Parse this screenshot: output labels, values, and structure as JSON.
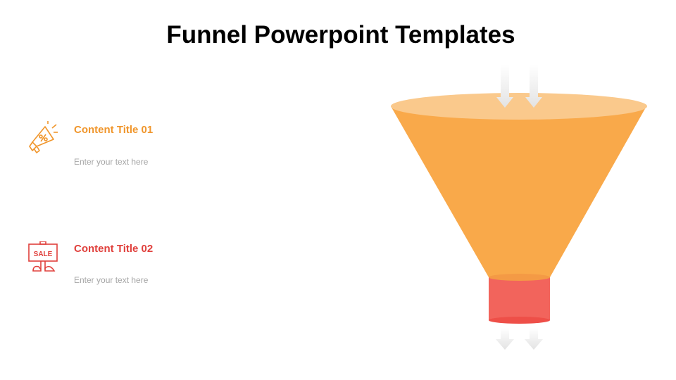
{
  "title": "Funnel Powerpoint Templates",
  "items": [
    {
      "title": "Content Title 01",
      "text": "Enter your text here",
      "color": "#f0962c",
      "icon": "megaphone-percent-icon"
    },
    {
      "title": "Content Title 02",
      "text": "Enter your text here",
      "color": "#e0403c",
      "icon": "sale-sign-icon",
      "icon_text": "SALE"
    }
  ],
  "colors": {
    "funnel_top": "#fac98c",
    "funnel_body": "#f9a94a",
    "neck": "#f2645c",
    "neck_bottom": "#ee4f48",
    "arrow": "#e6e6e6"
  }
}
